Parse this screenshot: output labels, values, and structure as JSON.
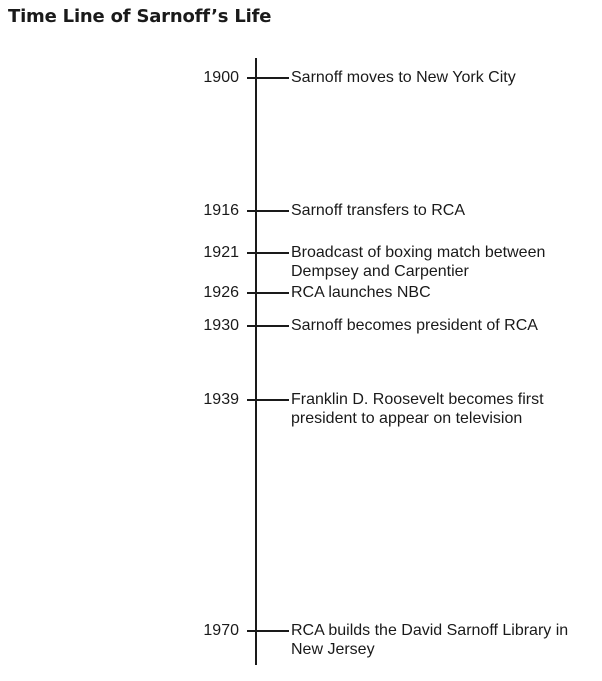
{
  "title": "Time Line of Sarnoff’s Life",
  "events": [
    {
      "year": "1900",
      "text": "Sarnoff moves to New York City"
    },
    {
      "year": "1916",
      "text": "Sarnoff transfers to RCA"
    },
    {
      "year": "1921",
      "text": "Broadcast of boxing match between Dempsey and Carpentier"
    },
    {
      "year": "1926",
      "text": "RCA launches NBC"
    },
    {
      "year": "1930",
      "text": "Sarnoff becomes president of RCA"
    },
    {
      "year": "1939",
      "text": "Franklin D. Roosevelt becomes first president to appear on television"
    },
    {
      "year": "1970",
      "text": "RCA builds the David Sarnoff Library in New Jersey"
    }
  ]
}
